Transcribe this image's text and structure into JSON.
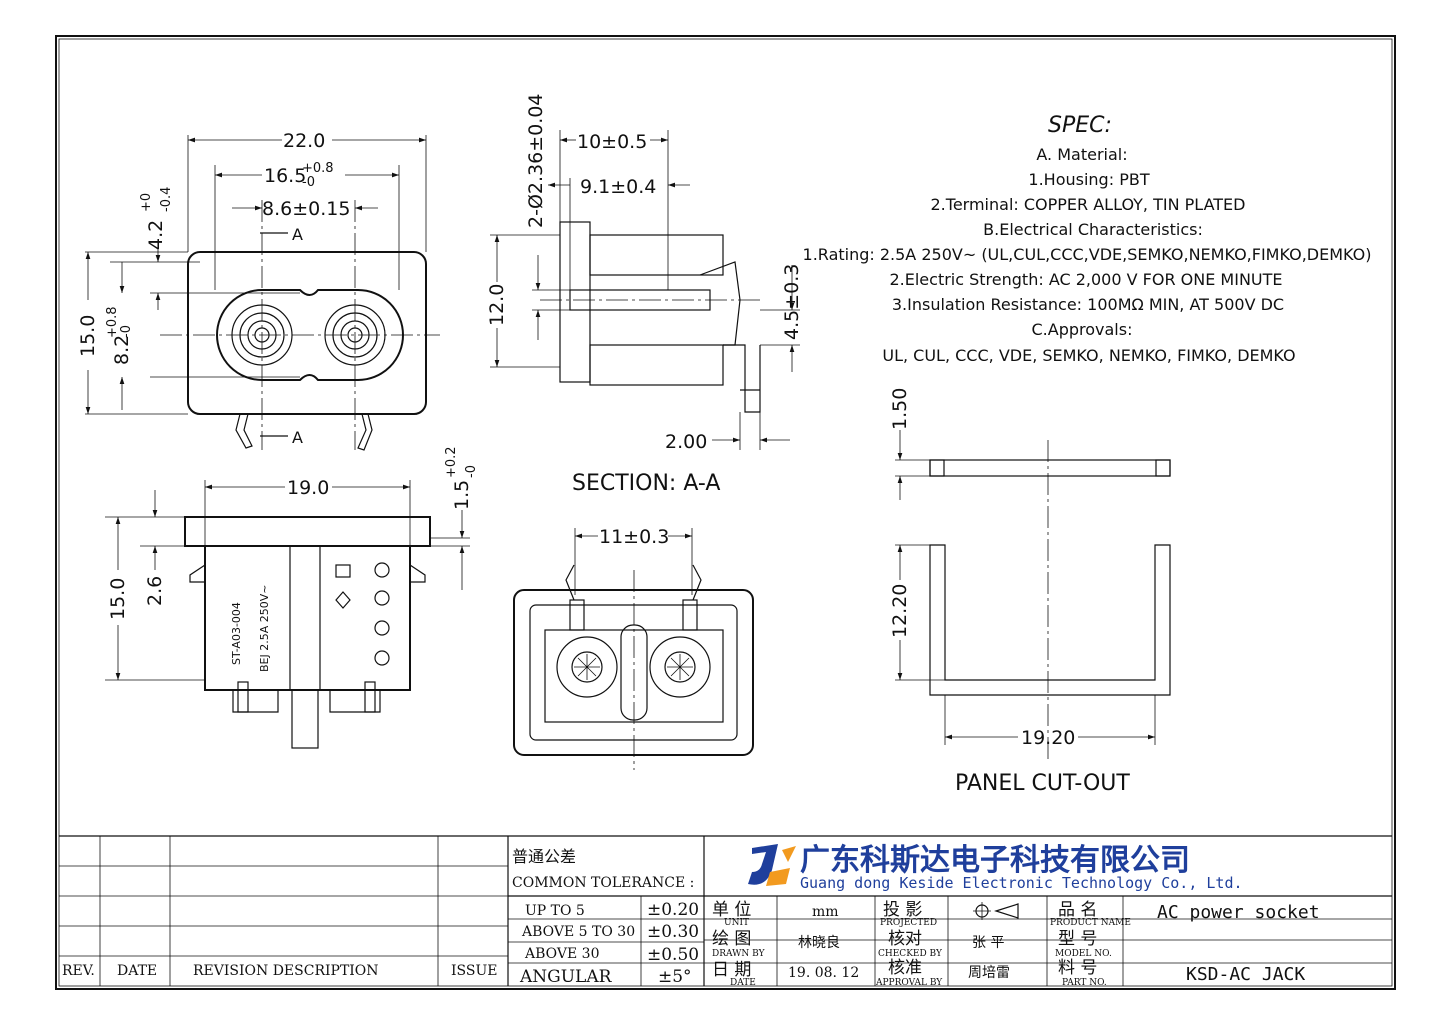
{
  "front_view": {
    "dim_width_total": "22.0",
    "dim_width_inner": "16.5",
    "dim_width_inner_tol_top": "+0.8",
    "dim_width_inner_tol_bottom": "-0",
    "dim_pin_spacing": "8.6±0.15",
    "dim_height_total": "15.0",
    "dim_height_inner": "8.2",
    "dim_height_inner_tol_top": "+0.8",
    "dim_height_inner_tol_bottom": "-0",
    "dim_top_offset": "4.2",
    "dim_top_offset_tol_top": "+0",
    "dim_top_offset_tol_bottom": "-0.4",
    "section_mark": "A"
  },
  "side_view": {
    "dim_width": "19.0",
    "dim_height": "15.0",
    "dim_flange": "2.6",
    "dim_lip": "1.5",
    "dim_lip_tol_top": "+0.2",
    "dim_lip_tol_bottom": "-0",
    "marking_1": "ST-A03-004",
    "marking_2": "BEJ 2.5A 250V~"
  },
  "section_view": {
    "dim_hole": "2-Ø2.36±0.04",
    "dim_depth_outer": "10±0.5",
    "dim_depth_inner": "9.1±0.4",
    "dim_height": "12.0",
    "dim_terminal": "4.5±0.3",
    "dim_terminal_offset": "2.00",
    "caption": "SECTION: A-A"
  },
  "bottom_view": {
    "dim_pin_pitch": "11±0.3"
  },
  "panel_cutout": {
    "dim_thickness": "1.50",
    "dim_height": "12.20",
    "dim_width": "19.20",
    "caption": "PANEL CUT-OUT"
  },
  "spec": {
    "title": "SPEC:",
    "lines": [
      "A. Material:",
      "1.Housing: PBT",
      "2.Terminal: COPPER ALLOY, TIN PLATED",
      "B.Electrical Characteristics:",
      "1.Rating:  2.5A 250V~ (UL,CUL,CCC,VDE,SEMKO,NEMKO,FIMKO,DEMKO)",
      "2.Electric Strength: AC 2,000 V FOR ONE MINUTE",
      "3.Insulation Resistance: 100MΩ MIN, AT 500V DC",
      "C.Approvals:",
      "UL, CUL, CCC, VDE, SEMKO, NEMKO, FIMKO, DEMKO"
    ]
  },
  "title_block": {
    "revision_headers": {
      "rev": "REV.",
      "date": "DATE",
      "description": "REVISION  DESCRIPTION",
      "issue": "ISSUE"
    },
    "tolerance_cn": "普通公差",
    "tolerance_en": "COMMON TOLERANCE :",
    "tolerances": [
      {
        "range": "UP TO 5",
        "value": "±0.20"
      },
      {
        "range": "ABOVE 5 TO 30",
        "value": "±0.30"
      },
      {
        "range": "ABOVE 30",
        "value": "±0.50"
      },
      {
        "range": "ANGULAR",
        "value": "±5°"
      }
    ],
    "company_cn": "广东科斯达电子科技有限公司",
    "company_en": "Guang dong Keside  Electronic Technology Co., Ltd.",
    "unit_cn": "单 位",
    "unit_en": "UNIT",
    "unit_value": "mm",
    "projected_cn": "投 影",
    "projected_en": "PROJECTED",
    "product_name_cn": "品 名",
    "product_name_en": "PRODUCT NAME",
    "product_name": "AC power socket",
    "drawn_cn": "绘 图",
    "drawn_en": "DRAWN BY",
    "drawn_value": "林晓良",
    "checked_cn": "核对",
    "checked_en": "CHECKED BY",
    "checked_value": "张 平",
    "model_cn": "型 号",
    "model_en": "MODEL NO.",
    "model_value": "",
    "date_cn": "日 期",
    "date_en": "DATE",
    "date_value": "19. 08. 12",
    "approval_cn": "核准",
    "approval_en": "APPROVAL BY",
    "approval_value": "周培雷",
    "part_cn": "料 号",
    "part_en": "PART NO.",
    "part_value": "KSD-AC  JACK"
  }
}
